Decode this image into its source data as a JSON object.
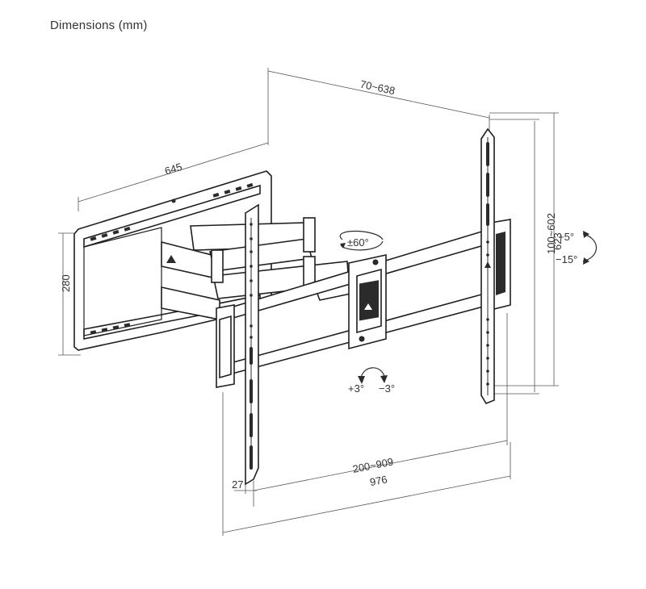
{
  "title": "Dimensions (mm)",
  "dimensions": {
    "depth_range": "70~638",
    "arm_length": "645",
    "wall_plate_height": "280",
    "swivel": "±60°",
    "vertical_range": "100~602",
    "arm_height": "623",
    "tilt_up": "+5°",
    "tilt_down": "−15°",
    "level_plus": "+3°",
    "level_minus": "−3°",
    "horizontal_range": "200~909",
    "total_width": "976",
    "offset": "27"
  },
  "colors": {
    "line": "#2b2b2b",
    "text": "#333333",
    "background": "#ffffff"
  }
}
